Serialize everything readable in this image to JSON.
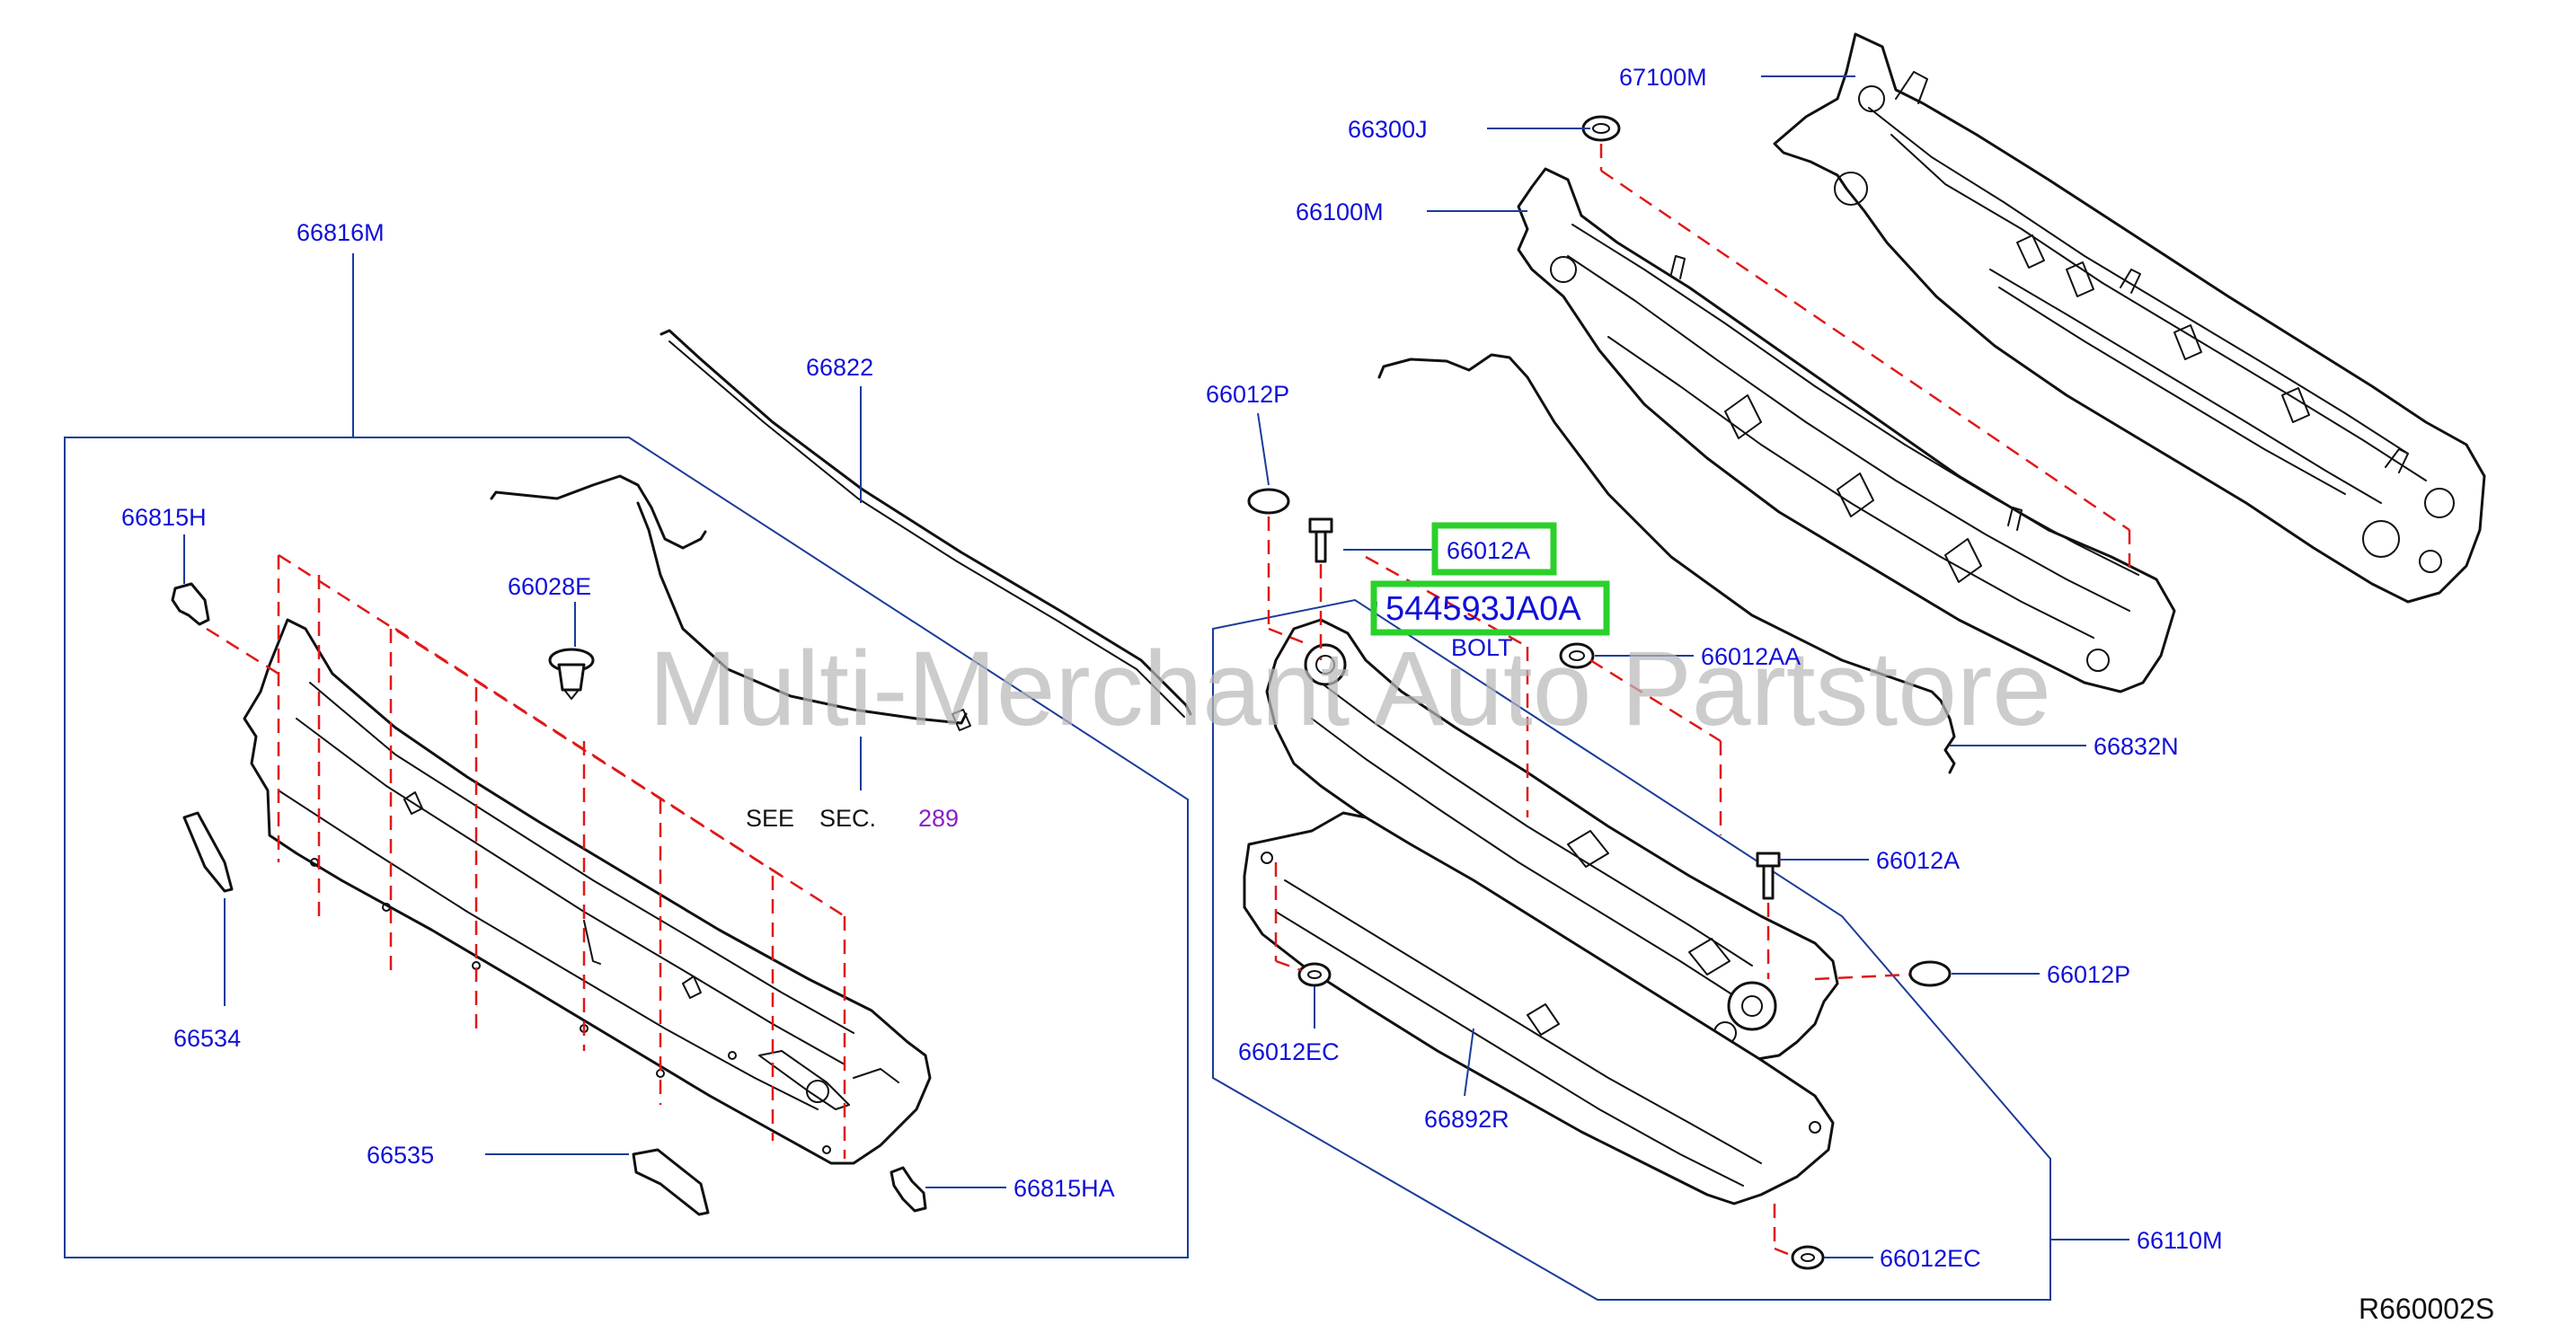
{
  "labels": {
    "p67100M": "67100M",
    "p66300J": "66300J",
    "p66100M": "66100M",
    "p66816M": "66816M",
    "p66822": "66822",
    "p66012P_top": "66012P",
    "p66012A_top": "66012A",
    "p544593JA0A": "544593JA0A",
    "bolt": "BOLT",
    "p66012AA": "66012AA",
    "p66832N": "66832N",
    "p66815H": "66815H",
    "p66028E": "66028E",
    "see": "SEE",
    "sec": "SEC.",
    "sec_num": "289",
    "p66534": "66534",
    "p66535": "66535",
    "p66815HA": "66815HA",
    "p66012A_mid": "66012A",
    "p66012P_mid": "66012P",
    "p66012EC_left": "66012EC",
    "p66892R": "66892R",
    "p66110M": "66110M",
    "p66012EC_bot": "66012EC",
    "diagram_code": "R660002S"
  },
  "watermark": "Multi-Merchant Auto Partstore",
  "colors": {
    "label": "#1010d8",
    "leader": "#1a3c9a",
    "dashed_guide": "#e01818",
    "highlight": "#2bd12b",
    "section_ref": "#8a20c8",
    "watermark": "#b9b9b9"
  },
  "highlighted_parts": [
    "66012A",
    "544593JA0A"
  ]
}
